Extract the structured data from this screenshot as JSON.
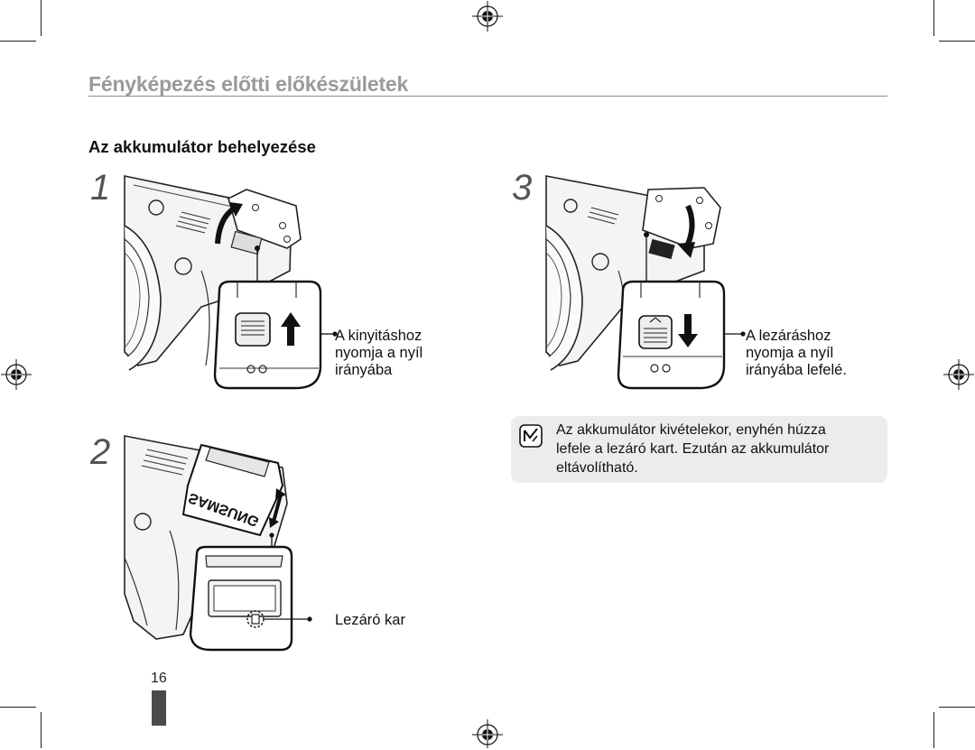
{
  "header": {
    "chapter_title": "Fényképezés előtti előkészületek"
  },
  "section": {
    "heading": "Az akkumulátor behelyezése"
  },
  "steps": [
    {
      "number": "1",
      "callout": [
        "A kinyitáshoz",
        "nyomja a nyíl",
        "irányába"
      ]
    },
    {
      "number": "2",
      "callout": [
        "Lezáró kar"
      ],
      "brand_mark": "SAMSUNG"
    },
    {
      "number": "3",
      "callout": [
        "A lezáráshoz",
        "nyomja a nyíl",
        "irányába lefelé."
      ]
    }
  ],
  "note": {
    "icon": "note-pencil-icon",
    "text": [
      "Az akkumulátor kivételekor, enyhén húzza",
      "lefele a lezáró kart. Ezután az akkumulátor",
      "eltávolítható."
    ]
  },
  "footer": {
    "page_number": "16"
  },
  "colors": {
    "chapter_title": "#9a9a9a",
    "note_background": "#ececec",
    "page_tab": "#4a4a4a"
  }
}
